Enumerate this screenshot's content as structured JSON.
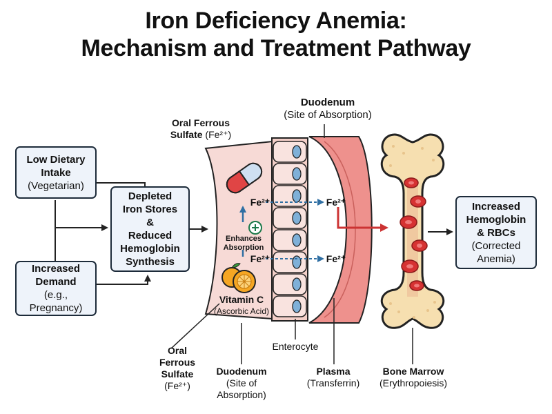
{
  "title_line1": "Iron Deficiency Anemia:",
  "title_line2": "Mechanism and Treatment Pathway",
  "cause1": {
    "bold": "Low Dietary Intake",
    "sub": "(Vegetarian)"
  },
  "cause2": {
    "bold": "Increased Demand",
    "sub": "(e.g., Pregnancy)"
  },
  "depleted": {
    "line1": "Depleted",
    "line2": "Iron Stores",
    "line3": "&",
    "line4": "Reduced",
    "line5": "Hemoglobin",
    "line6": "Synthesis"
  },
  "oral_top": {
    "bold": "Oral Ferrous",
    "bold2": "Sulfate",
    "formula": "(Fe²⁺)"
  },
  "duodenum_top": {
    "bold": "Duodenum",
    "sub": "(Site of Absorption)"
  },
  "fe_label": "Fe²⁺",
  "enhances": {
    "line1": "Enhances",
    "line2": "Absorption"
  },
  "vitc": {
    "bold": "Vitamin C",
    "sub": "(Ascorbic Acid)"
  },
  "result": {
    "line1": "Increased",
    "line2": "Hemoglobin",
    "line3": "& RBCs",
    "sub1": "(Corrected",
    "sub2": "Anemia)"
  },
  "bottom": {
    "oral": {
      "line1": "Oral",
      "line2": "Ferrous",
      "line3": "Sulfate",
      "formula": "(Fe²⁺)"
    },
    "duodenum": {
      "bold": "Duodenum",
      "sub1": "(Site of",
      "sub2": "Absorption)"
    },
    "enterocyte": "Enterocyte",
    "plasma": {
      "bold": "Plasma",
      "sub": "(Transferrin)"
    },
    "marrow": {
      "bold": "Bone Marrow",
      "sub": "(Erythropoiesis)"
    }
  },
  "colors": {
    "box_fill": "#eef3fa",
    "tissue": "#f7d8d4",
    "plasma": "#ee8f8c",
    "bone": "#f6dfb0",
    "rbc": "#d63232",
    "arrow_blue": "#2f6fa3",
    "arrow_red": "#cc3333"
  }
}
